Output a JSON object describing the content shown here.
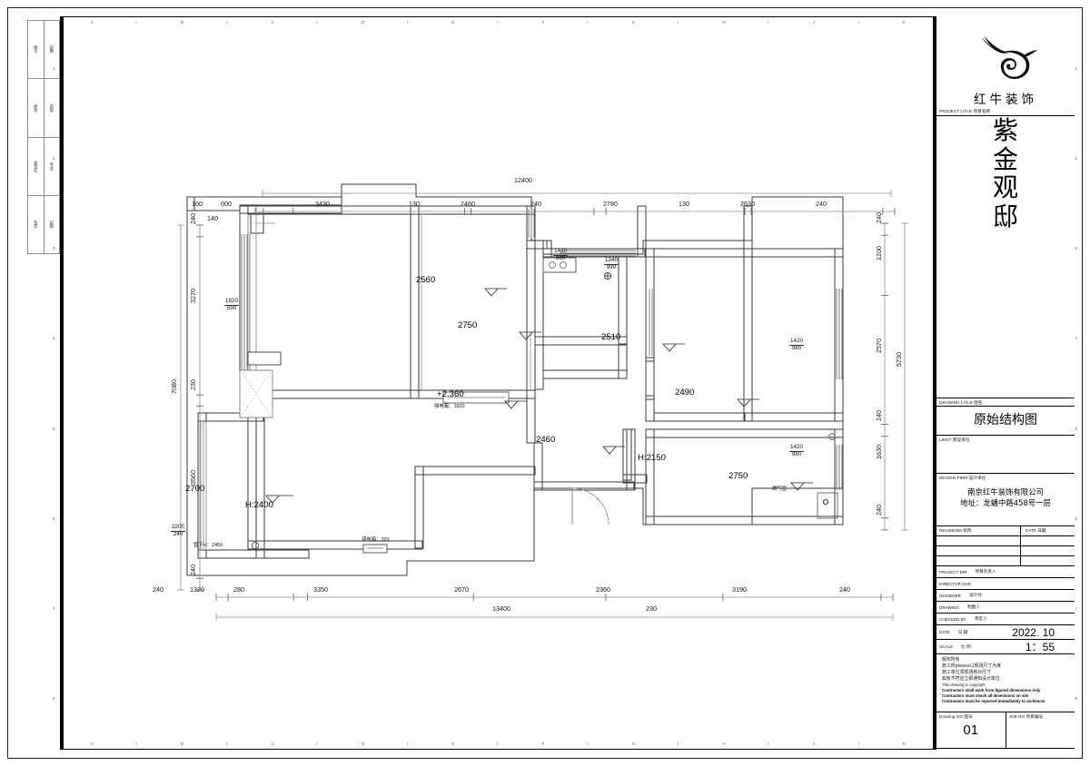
{
  "sheet": {
    "border_letters_top": [
      "A",
      "I",
      "B",
      "I",
      "C",
      "I",
      "D",
      "I",
      "E",
      "I",
      "F",
      "I",
      "G",
      "I",
      "H",
      "I",
      "J",
      "I",
      "K"
    ],
    "border_numbers_left": [
      "1",
      "2",
      "3",
      "4",
      "5",
      "6",
      "7",
      "8"
    ]
  },
  "left_margin_table": {
    "rows": [
      {
        "col1": "图号",
        "col2": "日期"
      },
      {
        "col1": "修改",
        "col2": "内容"
      },
      {
        "col1": "会签栏",
        "col2": "专业"
      },
      {
        "col1": "签名",
        "col2": "日期"
      }
    ]
  },
  "title_block": {
    "logo": {
      "text": "红牛装饰",
      "mark": "bull-logo"
    },
    "project_title_label": "PROJECT LITLE   项目名称",
    "project_title": [
      "紫",
      "金",
      "观",
      "邸"
    ],
    "drawing_title_label": "DRAWING LITLE   图名",
    "drawing_title": "原始结构图",
    "client_label": "LIENT  建设单位",
    "client_value": "",
    "design_firm_label": "DESIGN FIRM   设计单位",
    "design_firm_name": "南京红牛装饰有限公司",
    "design_firm_addr": "地址：龙蟠中路458号一层",
    "revisions_label": "REVISIONS  修改",
    "date_label": "DATE  日期",
    "rows": [
      {
        "key": "PROJECT DIR",
        "key_cn": "项目负责人",
        "value": ""
      },
      {
        "key": "DIRECTOR DSR",
        "key_cn": "",
        "value": ""
      },
      {
        "key": "DESIGNER",
        "key_cn": "设计师",
        "value": ""
      },
      {
        "key": "DRAWING",
        "key_cn": "制图人",
        "value": ""
      },
      {
        "key": "CHECKED BY",
        "key_cn": "审定人",
        "value": ""
      },
      {
        "key": "DATE",
        "key_cn": "日  期",
        "value": "2022. 10"
      },
      {
        "key": "SCALE",
        "key_cn": "比  例",
        "value": "1：55"
      }
    ],
    "notes_cn": [
      "版权所有",
      "施工时please以现场尺寸为准",
      "施工单位须现场核对尺寸",
      "如有不符应立即通知设计单位"
    ],
    "notes_en": [
      "This drawing in copyright",
      "Contractors shall work form figured dimensions only",
      "Contractors must check all dimensions on site",
      "Contractors must be reported immediately to architects"
    ],
    "drawing_no_label": "Drawing NO  图号",
    "drawing_no": "01",
    "job_no_label": "JOB NO  项目编号",
    "job_no": ""
  },
  "plan": {
    "dim_top_overall": "12400",
    "dim_top_chain": [
      "160",
      "600",
      "3430",
      "130",
      "2460",
      "240",
      "2780",
      "130",
      "2630",
      "240"
    ],
    "dim_top_sub": "140",
    "dim_bottom_overall": "13400",
    "dim_bottom_chain": [
      "240",
      "1320",
      "280",
      "3350",
      "2670",
      "2360",
      "3190",
      "240"
    ],
    "dim_bottom_sub": "230",
    "dim_left_overall": "7080",
    "dim_left_chain": [
      "240",
      "3270",
      "230",
      "3560",
      "240"
    ],
    "dim_right_overall": "5730",
    "dim_right_chain": [
      "240",
      "1200",
      "2570",
      "240",
      "1630",
      "240"
    ],
    "levels": [
      {
        "id": "living-ceiling",
        "value": "2700"
      },
      {
        "id": "bedroom1-ceiling",
        "value": "2560"
      },
      {
        "id": "bedroom2-ceiling",
        "value": "2750"
      },
      {
        "id": "kitchen-ceiling",
        "value": "2510"
      },
      {
        "id": "hall-ceiling",
        "value": "2460"
      },
      {
        "id": "corridor-ceiling",
        "value": "2490"
      },
      {
        "id": "bedroom3-ceiling",
        "value": "2750"
      },
      {
        "id": "entry-level",
        "value": "+2.360"
      }
    ],
    "heights": [
      {
        "id": "balcony-height",
        "value": "H:2400"
      },
      {
        "id": "bath-height",
        "value": "H:2150"
      }
    ],
    "windows": [
      {
        "id": "w-left",
        "w": "1820",
        "h": "590"
      },
      {
        "id": "w-balcony",
        "w": "2200",
        "h": "240"
      },
      {
        "id": "w-kitchen-left",
        "w": "1420",
        "h": "960"
      },
      {
        "id": "w-kitchen-top",
        "w": "1340",
        "h": "990"
      },
      {
        "id": "w-right-upper",
        "w": "1420",
        "h": "980"
      },
      {
        "id": "w-right-lower",
        "w": "1420",
        "h": "980"
      }
    ],
    "annotations": [
      {
        "id": "strong-power-box",
        "text": "强电箱：1600"
      },
      {
        "id": "weak-power-box",
        "text": "弱电箱：320"
      },
      {
        "id": "pipe-height",
        "text": "管下H：2450"
      },
      {
        "id": "gas-pipe",
        "text": "燃气管"
      }
    ]
  }
}
